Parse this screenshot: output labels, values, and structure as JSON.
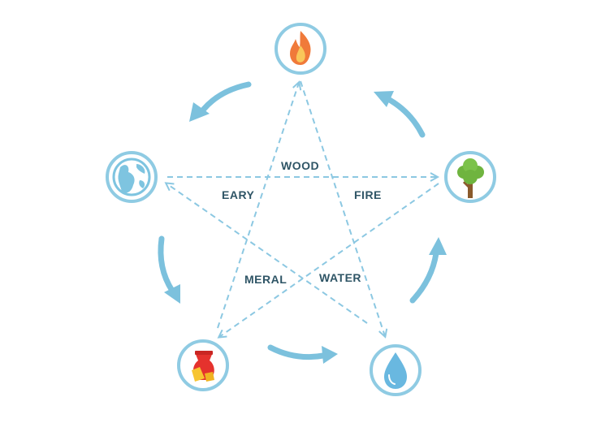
{
  "diagram": {
    "labels": {
      "wood": "WOOD",
      "eary": "EARY",
      "fire": "FIRE",
      "meral": "MERAL",
      "water": "WATER"
    },
    "nodes": {
      "top": "fire-icon",
      "right": "tree-icon",
      "bottom_right": "water-drop-icon",
      "bottom_left": "metal-pouch-icon",
      "left": "earth-globe-icon"
    },
    "colors": {
      "ring": "#8fcbe3",
      "arrow": "#7cc1dd",
      "dashed": "#8cc8e2",
      "label_text": "#2f5566",
      "fire_outer": "#f07a3a",
      "fire_inner": "#f9c75a",
      "tree_leaves": "#6fb43f",
      "tree_trunk": "#8a5a2c",
      "water": "#69b8e0",
      "pouch_red": "#e5322d",
      "gold": "#f7c531",
      "globe": "#7ec4e0"
    }
  }
}
